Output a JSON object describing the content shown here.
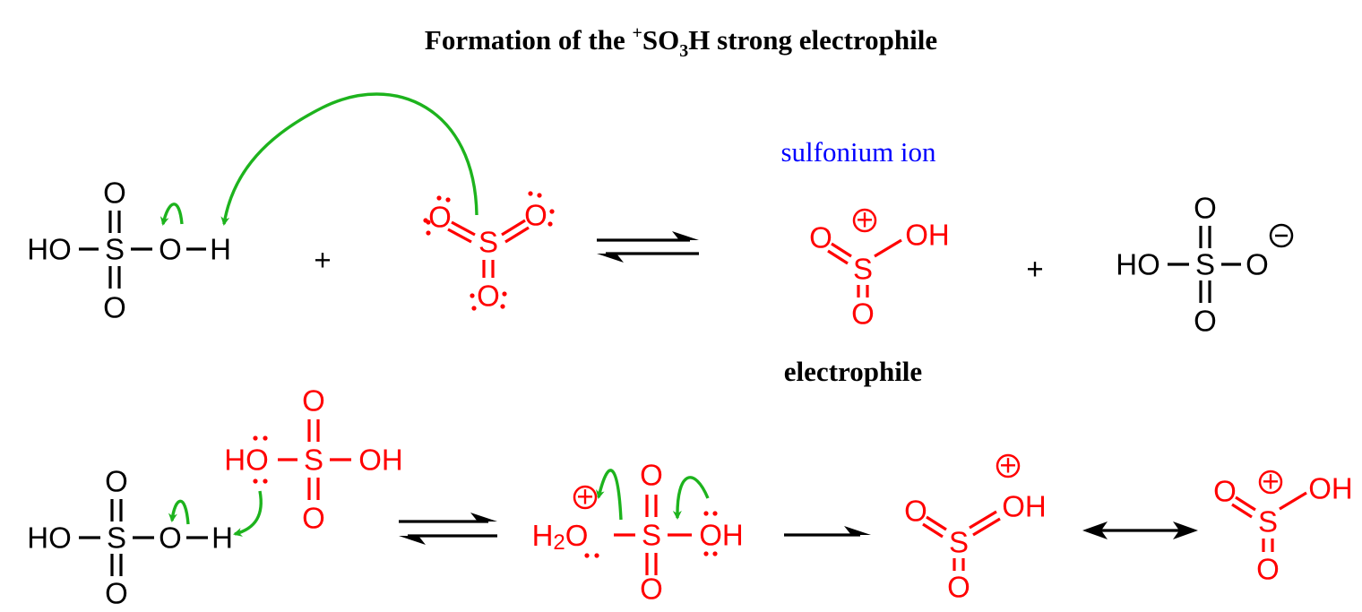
{
  "title": {
    "pre": "Formation of the ",
    "charge": "+",
    "so": "SO",
    "sub": "3",
    "post": "H strong electrophile"
  },
  "labels": {
    "sulfonium": "sulfonium ion",
    "electrophile": "electrophile",
    "plus": "+"
  },
  "colors": {
    "reactant": "#000000",
    "highlight": "#ff0000",
    "arrow": "#1db31d",
    "label_blue": "#0000ff"
  },
  "atoms": {
    "HO": "HO",
    "S": "S",
    "O": "O",
    "H": "H",
    "OH": "OH",
    "H2": "H",
    "two": "2"
  }
}
